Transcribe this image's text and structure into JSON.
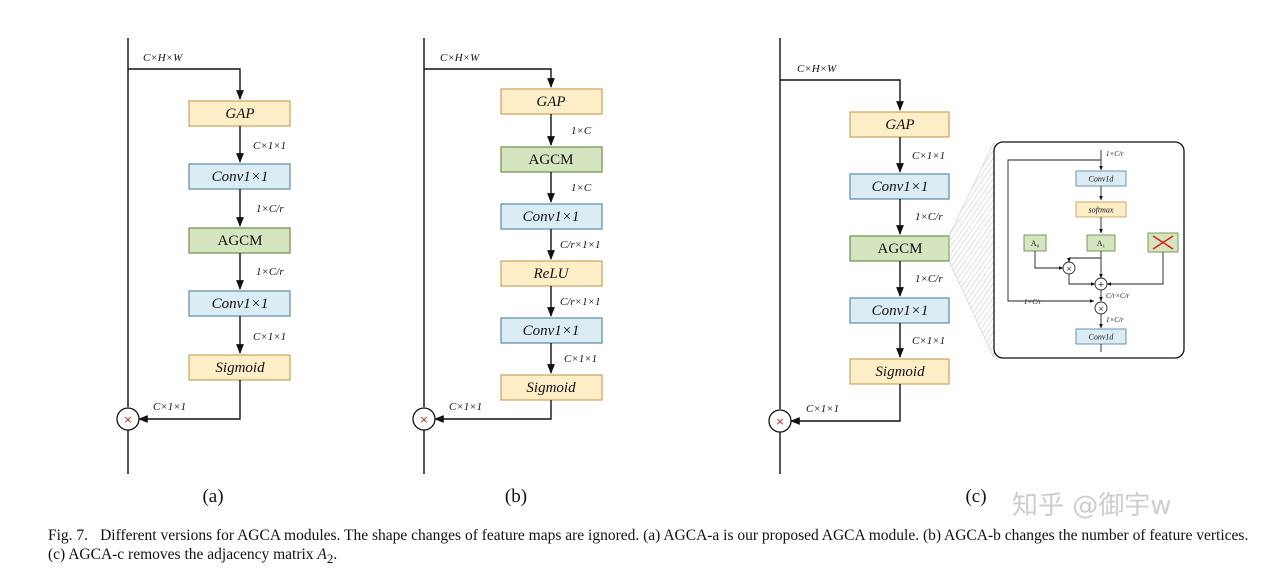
{
  "colors": {
    "orange_fill": "#fdeec8",
    "orange_stroke": "#c8a45a",
    "blue_fill": "#dcecf4",
    "blue_stroke": "#5b8ba8",
    "green_fill": "#d5e5c0",
    "green_stroke": "#6d8e4c",
    "multiply_red": "#cc2222"
  },
  "panel_a": {
    "input_label": "C×H×W",
    "boxes": [
      "GAP",
      "Conv1×1",
      "AGCM",
      "Conv1×1",
      "Sigmoid"
    ],
    "edge_labels": [
      "C×1×1",
      "1×C/r",
      "1×C/r",
      "C×1×1"
    ],
    "out_label": "C×1×1",
    "subcaption": "(a)"
  },
  "panel_b": {
    "input_label": "C×H×W",
    "boxes": [
      "GAP",
      "AGCM",
      "Conv1×1",
      "ReLU",
      "Conv1×1",
      "Sigmoid"
    ],
    "edge_labels": [
      "1×C",
      "1×C",
      "C/r×1×1",
      "C/r×1×1",
      "C×1×1"
    ],
    "out_label": "C×1×1",
    "subcaption": "(b)"
  },
  "panel_c": {
    "input_label": "C×H×W",
    "boxes": [
      "GAP",
      "Conv1×1",
      "AGCM",
      "Conv1×1",
      "Sigmoid"
    ],
    "edge_labels": [
      "C×1×1",
      "1×C/r",
      "1×C/r",
      "C×1×1"
    ],
    "out_label": "C×1×1",
    "subcaption": "(c)",
    "inset": {
      "top_label": "1×C/r",
      "conv_top": "Conv1d",
      "softmax": "softmax",
      "a0": "A₀",
      "a1": "A₁",
      "mid_label": "C/r×C/r",
      "side_label": "1×C/r",
      "bottom_label": "1×C/r",
      "conv_bottom": "Conv1d"
    }
  },
  "caption": {
    "prefix": "Fig. 7.",
    "text": "Different versions for AGCA modules. The shape changes of feature maps are ignored. (a) AGCA-a is our proposed AGCA module. (b) AGCA-b changes the number of feature vertices. (c) AGCA-c removes the adjacency matrix ",
    "math": "A",
    "math_sub": "2",
    "end": "."
  },
  "watermark": "知乎 @御宇w"
}
